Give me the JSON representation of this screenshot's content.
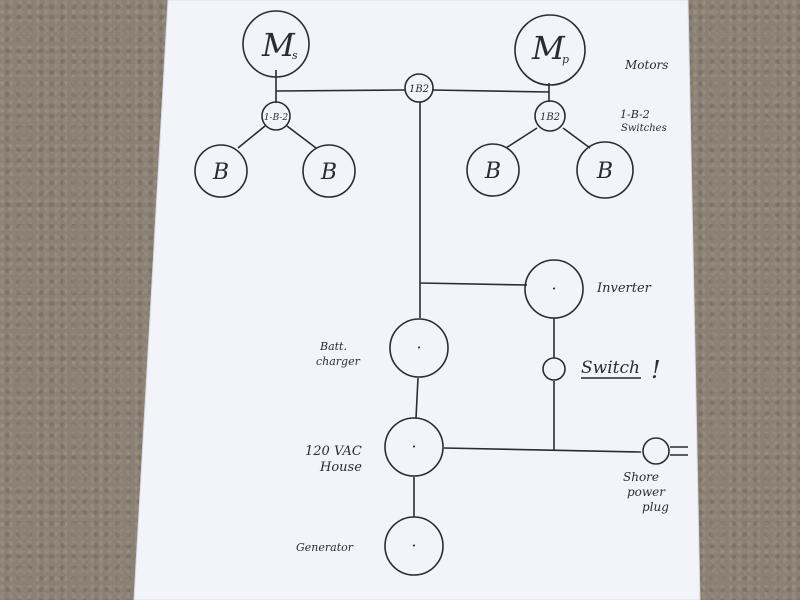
{
  "nodes": {
    "motor_s": {
      "letter": "M",
      "sub": "s"
    },
    "motor_p": {
      "letter": "M",
      "sub": "p"
    },
    "switch_center": "1B2",
    "switch_left": "1-B-2",
    "switch_right": "1B2",
    "battery_label": "B",
    "inverter_dot": "·",
    "charger_dot": "·",
    "house_dot": "·",
    "generator_dot": "·"
  },
  "labels": {
    "motors": "Motors",
    "switches_line1": "1-B-2",
    "switches_line2": "Switches",
    "inverter": "Inverter",
    "charger_line1": "Batt.",
    "charger_line2": "charger",
    "switch": "Switch",
    "exclaim": "!",
    "house_line1": "120 VAC",
    "house_line2": "House",
    "shore_line1": "Shore",
    "shore_line2": "power",
    "shore_line3": "plug",
    "generator": "Generator"
  },
  "colors": {
    "ink": "#2b2b33",
    "paper": "#f4f5fb",
    "carpet": "#8a8073"
  }
}
